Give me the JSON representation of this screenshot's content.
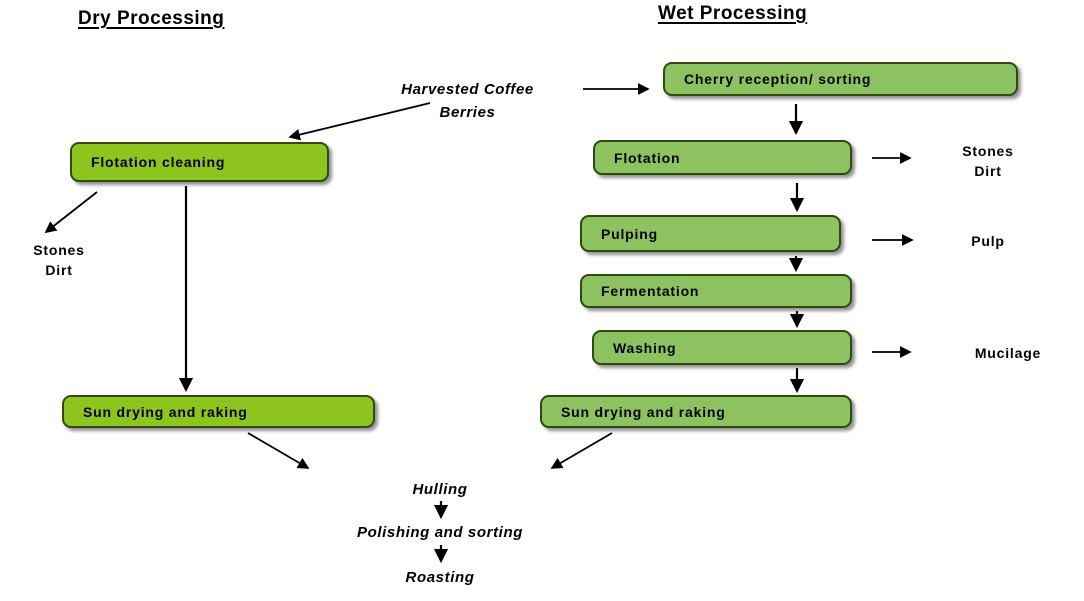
{
  "headings": {
    "dry": "Dry Processing",
    "wet": "Wet Processing"
  },
  "source": {
    "line1": "Harvested Coffee",
    "line2": "Berries"
  },
  "dry_column": {
    "boxes": [
      {
        "label": "Flotation cleaning"
      },
      {
        "label": "Sun drying and raking"
      }
    ],
    "byproduct": {
      "line1": "Stones",
      "line2": "Dirt"
    }
  },
  "wet_column": {
    "boxes": [
      {
        "label": "Cherry reception/ sorting"
      },
      {
        "label": "Flotation"
      },
      {
        "label": "Pulping"
      },
      {
        "label": "Fermentation"
      },
      {
        "label": "Washing"
      },
      {
        "label": "Sun drying and raking"
      }
    ],
    "byproducts": {
      "stones": {
        "line1": "Stones",
        "line2": "Dirt"
      },
      "pulp": "Pulp",
      "mucilage": "Mucilage"
    }
  },
  "final_steps": {
    "hulling": "Hulling",
    "polishing": "Polishing and sorting",
    "roasting": "Roasting"
  },
  "colors": {
    "dry_box": "#8ec41e",
    "wet_box": "#8cc360",
    "box_border": "#2f4a0e",
    "arrow": "#000000"
  }
}
